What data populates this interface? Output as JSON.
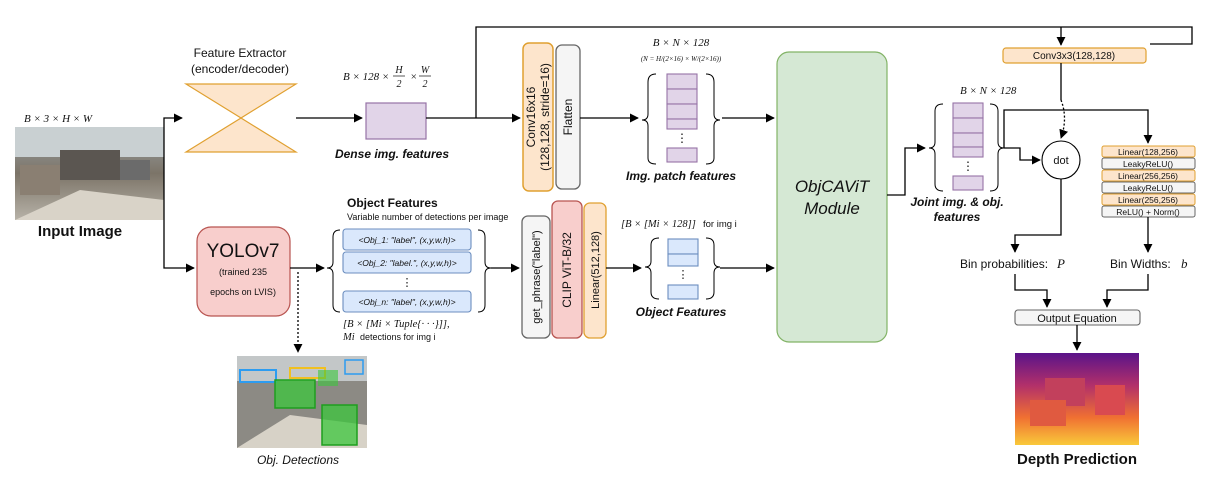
{
  "input": {
    "dims": "B × 3 × H × W",
    "label": "Input Image"
  },
  "extractor": {
    "title_line1": "Feature Extractor",
    "title_line2": "(encoder/decoder)"
  },
  "dense": {
    "dims_prefix": "B × 128 ×",
    "frac1_num": "H",
    "frac1_den": "2",
    "times": "×",
    "frac2_num": "W",
    "frac2_den": "2",
    "label": "Dense img. features"
  },
  "conv": {
    "line1": "Conv16x16",
    "line2": "(128,128, stride=16)"
  },
  "flatten": {
    "label": "Flatten"
  },
  "patch": {
    "dims": "B × N × 128",
    "sub": "(N = H/(2×16) × W/(2×16))",
    "label": "Img. patch features"
  },
  "objcavit": {
    "line1": "ObjCAViT",
    "line2": "Module"
  },
  "conv3x3": {
    "label": "Conv3x3(128,128)"
  },
  "joint": {
    "dims": "B × N × 128",
    "line1": "Joint img. & obj.",
    "line2": "features"
  },
  "dot": {
    "label": "dot"
  },
  "mlp": {
    "layers": [
      "Linear(128,256)",
      "LeakyReLU()",
      "Linear(256,256)",
      "LeakyReLU()",
      "Linear(256,256)",
      "ReLU() + Norm()"
    ]
  },
  "bin_prob": {
    "label": "Bin probabilities:",
    "symbol": "P"
  },
  "bin_width": {
    "label": "Bin Widths:",
    "symbol": "b"
  },
  "output_eq": {
    "label": "Output Equation"
  },
  "depth": {
    "label": "Depth Prediction"
  },
  "yolo": {
    "title": "YOLOv7",
    "sub1": "(trained 235",
    "sub2": "epochs on LVIS)"
  },
  "object_features_top": {
    "title": "Object Features",
    "sub": "Variable number of detections per image"
  },
  "obj_items": [
    "<Obj_1: \"label\", (x,y,w,h)>",
    "<Obj_2: \"label.\", (x,y,w,h)>",
    "<Obj_n: \"label\", (x,y,w,h)>"
  ],
  "obj_dims": {
    "line1": "[B × [Mi × Tuple{· · ·}]],",
    "line2_math": "Mi",
    "line2_text": "detections for img i"
  },
  "get_phrase": {
    "label": "get_phrase(\"label\")"
  },
  "clip": {
    "label": "CLIP ViT-B/32"
  },
  "linear_obj": {
    "label": "Linear(512,128)"
  },
  "obj_feat": {
    "dims_math": "[B × [Mi × 128]]",
    "dims_text": "for img i",
    "label": "Object Features"
  },
  "detections": {
    "label": "Obj. Detections"
  },
  "ellipsis": "⋮",
  "colors": {
    "orange_fill": "#fde5cc",
    "orange_stroke": "#e0a030",
    "purple_fill": "#e1d4e8",
    "purple_stroke": "#9673a6",
    "blue_fill": "#dae8fc",
    "blue_stroke": "#6c8ebf",
    "green_fill": "#d5e8d4",
    "green_stroke": "#82b366",
    "red_fill": "#f8cecc",
    "red_stroke": "#b85450",
    "gray_fill": "#f5f5f5",
    "gray_stroke": "#666666"
  }
}
